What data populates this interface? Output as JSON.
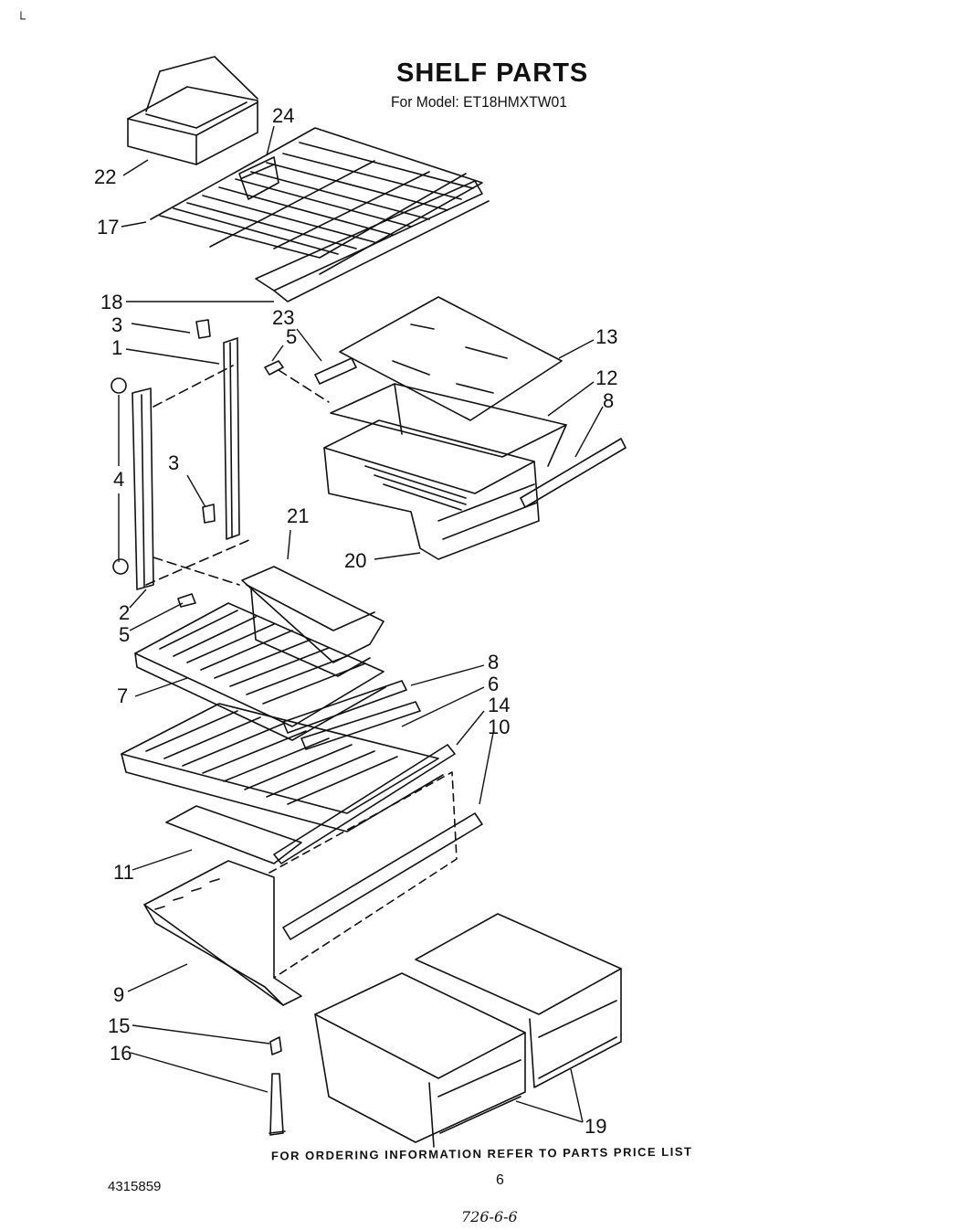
{
  "header": {
    "title": "SHELF PARTS",
    "model_line": "For Model: ET18HMXTW01"
  },
  "callouts": [
    "22",
    "24",
    "17",
    "18",
    "23",
    "5",
    "3",
    "1",
    "13",
    "12",
    "8",
    "4",
    "3",
    "21",
    "20",
    "2",
    "5",
    "8",
    "6",
    "14",
    "7",
    "10",
    "11",
    "9",
    "15",
    "16",
    "19"
  ],
  "footer": {
    "ordering_note": "FOR ORDERING INFORMATION REFER TO PARTS PRICE LIST",
    "doc_number": "4315859",
    "page_number": "6",
    "handwritten": "726-6-6"
  },
  "corner_mark": "└"
}
